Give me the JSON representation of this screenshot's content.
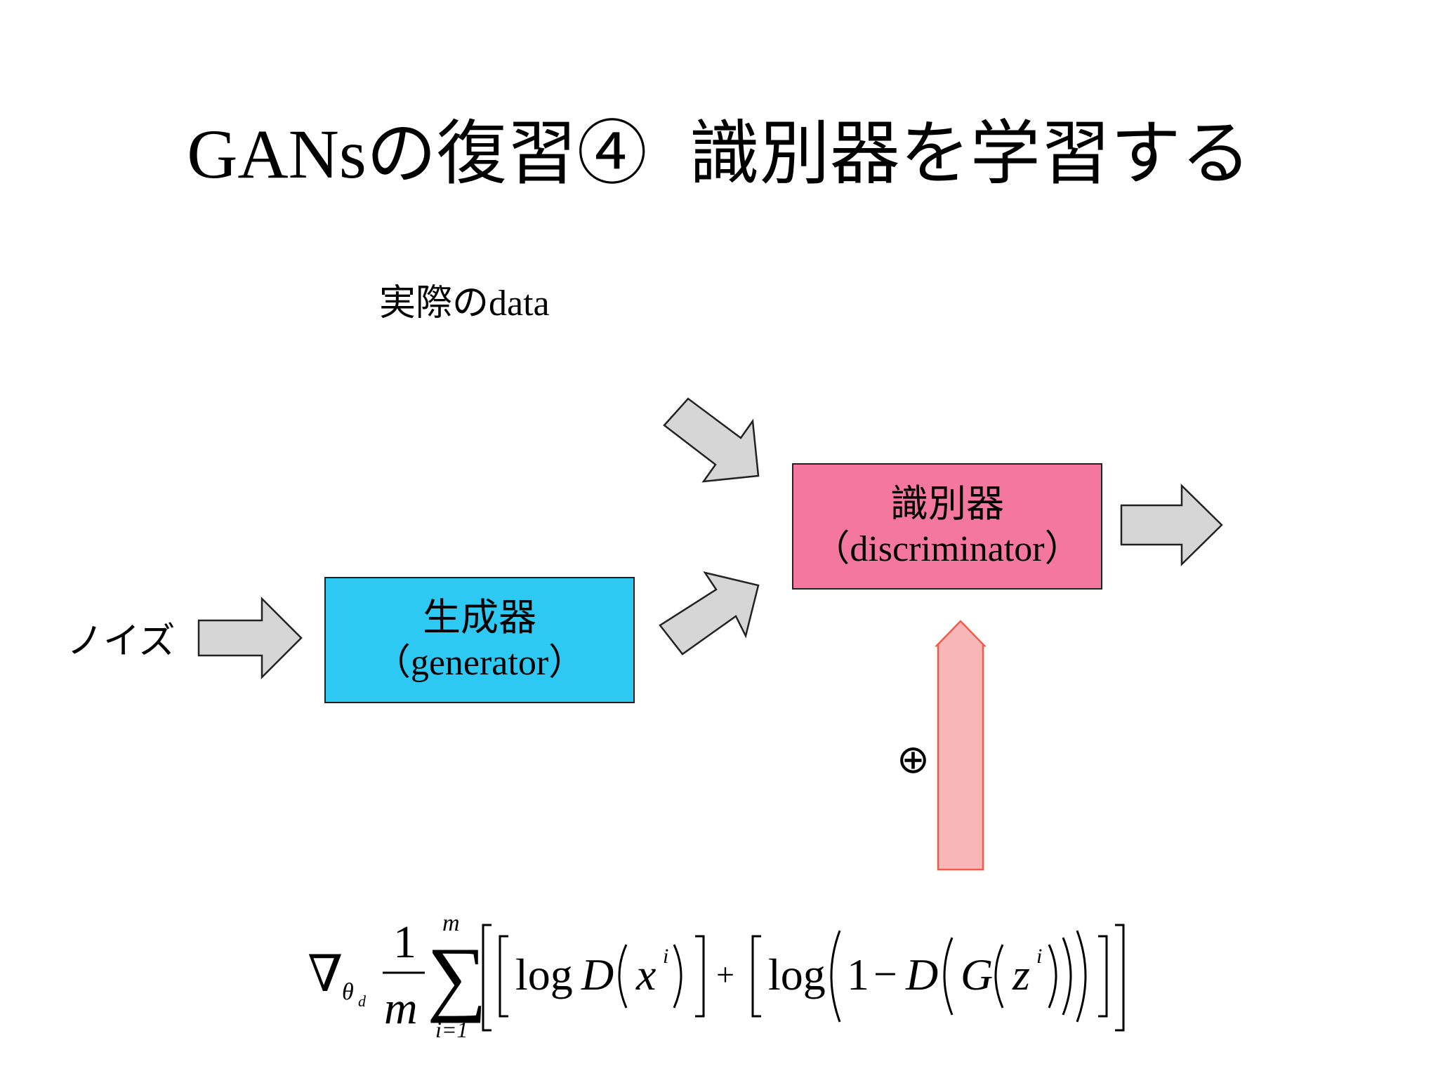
{
  "title": {
    "part1": "GANsの復習④",
    "part2": "識別器を学習する"
  },
  "labels": {
    "real_data": "実際のdata",
    "noise": "ノイズ",
    "plus_sign": "⊕"
  },
  "generator": {
    "name_ja": "生成器",
    "name_en": "（generator）",
    "color": "#2ec9f2"
  },
  "discriminator": {
    "name_ja": "識別器",
    "name_en": "（discriminator）",
    "color": "#f477a0"
  },
  "gradient_arrow_color": "#f87d7d",
  "formula": {
    "nabla": "∇",
    "theta_sub": "θ",
    "d_sub": "d",
    "frac_num": "1",
    "frac_den": "m",
    "sum_symbol": "∑",
    "sum_upper": "m",
    "sum_lower": "i=1",
    "log1": "log",
    "D1": "D",
    "x": "x",
    "i1": "i",
    "plus": "+",
    "log2": "log",
    "one": "1",
    "minus": "−",
    "D2": "D",
    "G": "G",
    "z": "z",
    "i2": "i"
  }
}
